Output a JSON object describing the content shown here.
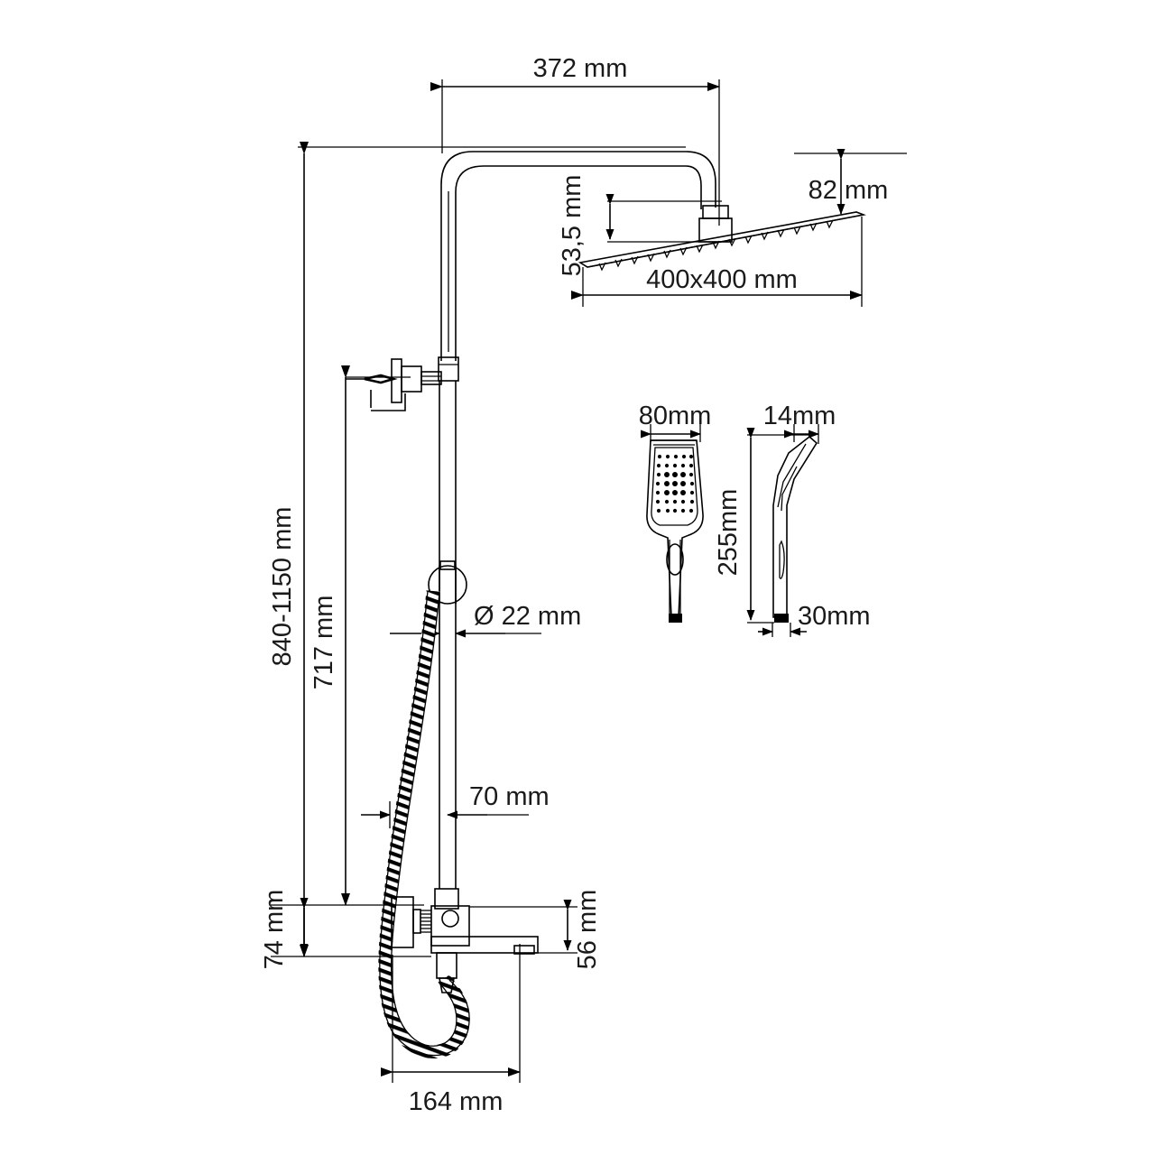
{
  "drawing": {
    "title": "Shower column technical dimension drawing",
    "units": "mm",
    "line_color": "#000000",
    "background": "#ffffff"
  },
  "dimensions": {
    "arm_reach": "372 mm",
    "head_thickness_front": "82 mm",
    "head_offset": "53,5 mm",
    "head_size": "400x400 mm",
    "total_height_range": "840-1150 mm",
    "riser_height": "717 mm",
    "riser_diameter": "Ø 22 mm",
    "bracket_offset": "70 mm",
    "mixer_height": "74 mm",
    "spout_height": "56 mm",
    "spout_reach": "164 mm"
  },
  "handshower": {
    "head_width": "80mm",
    "profile_thickness": "14mm",
    "length": "255mm",
    "handle_diameter": "30mm"
  },
  "labels": [
    {
      "id": "arm-reach",
      "text": "372 mm"
    },
    {
      "id": "head-thickness",
      "text": "82 mm"
    },
    {
      "id": "head-offset",
      "text": "53,5 mm"
    },
    {
      "id": "head-size",
      "text": "400x400 mm"
    },
    {
      "id": "total-height",
      "text": "840-1150 mm"
    },
    {
      "id": "riser-height",
      "text": "717 mm"
    },
    {
      "id": "riser-diameter",
      "text": "Ø 22 mm"
    },
    {
      "id": "bracket-offset",
      "text": "70 mm"
    },
    {
      "id": "mixer-height",
      "text": "74 mm"
    },
    {
      "id": "spout-height",
      "text": "56 mm"
    },
    {
      "id": "spout-reach",
      "text": "164 mm"
    },
    {
      "id": "hs-width",
      "text": "80mm"
    },
    {
      "id": "hs-thickness",
      "text": "14mm"
    },
    {
      "id": "hs-length",
      "text": "255mm"
    },
    {
      "id": "hs-handle",
      "text": "30mm"
    }
  ]
}
